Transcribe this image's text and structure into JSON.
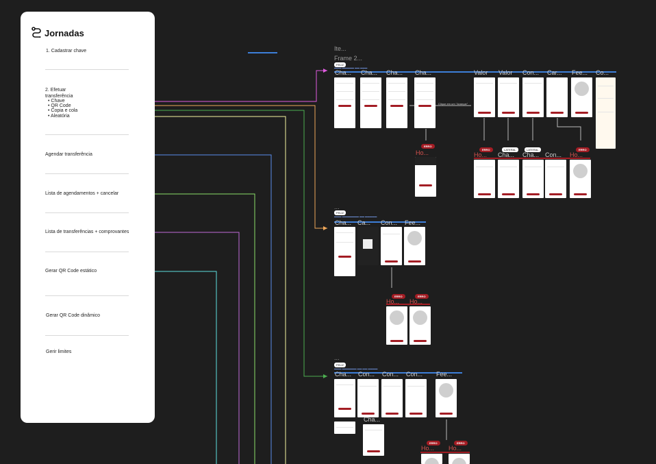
{
  "panel": {
    "title": "Jornadas",
    "items": [
      "1. Cadastrar chave",
      "2. Efetuar transferência",
      "Agendar transferência",
      "Lista de agendamentos + cancelar",
      "Lista de transferências + comprovantes",
      "Gerar QR Code estático",
      "Gerar QR Code dinâmico",
      "Gerir limites"
    ],
    "sub_items": [
      "Chave",
      "QR Code",
      "Copia e cola",
      "Aleatória"
    ]
  },
  "canvas_labels": {
    "ite": "Ite...",
    "frame2": "Frame 2...",
    "ellipsis": "...",
    "tag_feliz": "FELIZ",
    "tag_erro": "ERRO",
    "tag_lateral": "LATERAL",
    "clique": "Clique em um \"Avançar\""
  },
  "frames": {
    "row1": [
      "Cha...",
      "Cha...",
      "Cha...",
      "Cha...",
      "Valor",
      "Valor",
      "Con...",
      "Car...",
      "Fee...",
      "Co..."
    ],
    "row1_err": [
      "Ho..."
    ],
    "row1b": [
      "Ho...",
      "Cha...",
      "Cha...",
      "Con...",
      "Ho..."
    ],
    "row2": [
      "Cha...",
      "Ca...",
      "Con...",
      "Fee..."
    ],
    "row2_err": [
      "Ho...",
      "Ho..."
    ],
    "row3": [
      "Cha...",
      "Con...",
      "Con...",
      "Con...",
      "Fee..."
    ],
    "row3b": [
      "Cha..."
    ],
    "row3_err": [
      "Ho...",
      "Ho..."
    ]
  },
  "colors": {
    "chave": "#e05ce0",
    "qrcode": "#f0a85a",
    "copiaecola": "#4caf50",
    "aleatoria": "#f5f5a0",
    "agendar": "#5b8def",
    "lista_agend": "#8ce06a",
    "lista_transf": "#c06ad8",
    "qr_estatico": "#5ee0e0"
  }
}
